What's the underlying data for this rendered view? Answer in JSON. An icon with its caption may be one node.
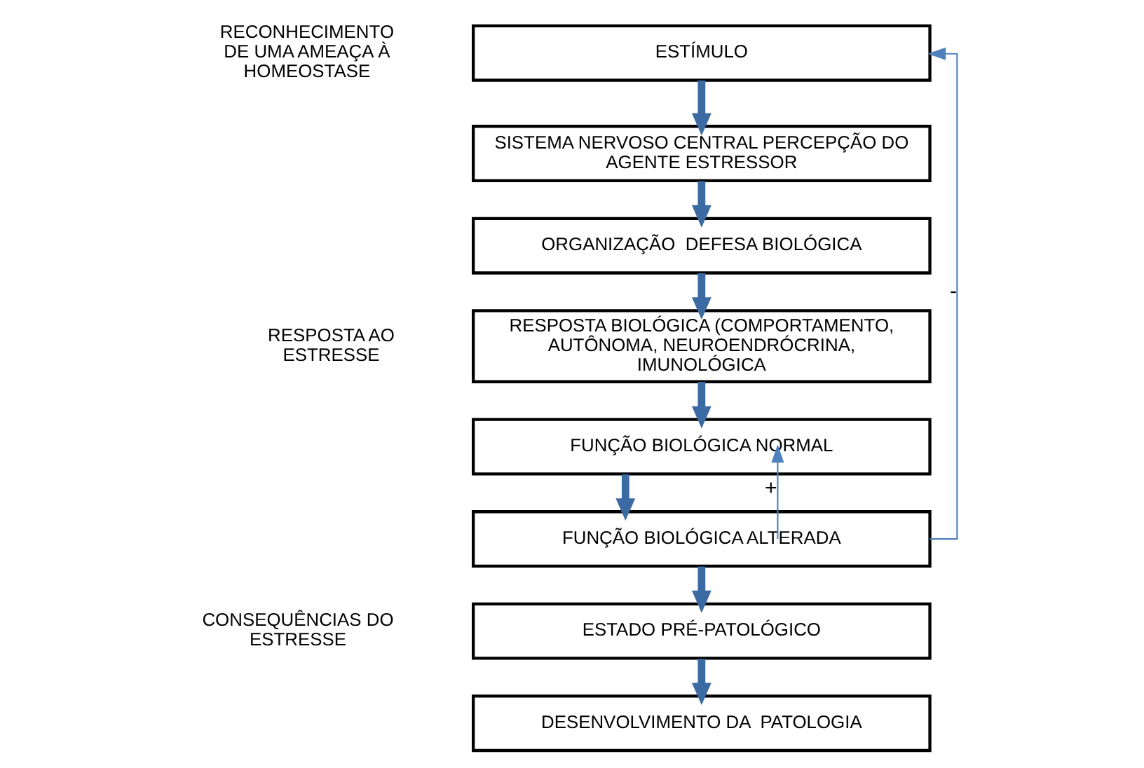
{
  "diagram": {
    "nodes": [
      {
        "text": [
          "ESTÍMULO"
        ]
      },
      {
        "text": [
          "SISTEMA NERVOSO CENTRAL PERCEPÇÃO DO AGENTE ESTRESSOR"
        ]
      },
      {
        "text": [
          "ORGANIZAÇÃO  DEFESA BIOLÓGICA"
        ]
      },
      {
        "text": [
          "RESPOSTA BIOLÓGICA (COMPORTAMENTO, AUTÔNOMA, NEUROENDRÓCRINA, IMUNOLÓGICA"
        ]
      },
      {
        "text": [
          "FUNÇÃO BIOLÓGICA NORMAL"
        ]
      },
      {
        "text": [
          "FUNÇÃO BIOLÓGICA ALTERADA"
        ]
      },
      {
        "text": [
          "ESTADO PRÉ-PATOLÓGICO"
        ]
      },
      {
        "text": [
          "DESENVOLVIMENTO DA  PATOLOGIA"
        ]
      }
    ],
    "edges": [
      {
        "from": 0,
        "to": 1,
        "arrow": "to"
      },
      {
        "from": 1,
        "to": 2,
        "arrow": "to"
      },
      {
        "from": 2,
        "to": 3,
        "arrow": "to"
      },
      {
        "from": 3,
        "to": 4,
        "arrow": "to"
      },
      {
        "from": 4,
        "to": 5,
        "arrow": "to"
      },
      {
        "from": 5,
        "to": 6,
        "arrow": "to"
      },
      {
        "from": 6,
        "to": 7,
        "arrow": "to"
      },
      {
        "from": 5,
        "to": 4,
        "arrow": "to",
        "label": "+",
        "color": "#4f81bd"
      },
      {
        "from": 5,
        "to": 0,
        "arrow": "to",
        "label": "-",
        "color": "#4f81bd"
      }
    ],
    "labels": [
      "RECONHECIMENTO DE UMA AMEAÇA À HOMEOSTASE",
      "RESPOSTA AO ESTRESSE",
      "CONSEQUÊNCIAS DO ESTRESSE"
    ]
  }
}
